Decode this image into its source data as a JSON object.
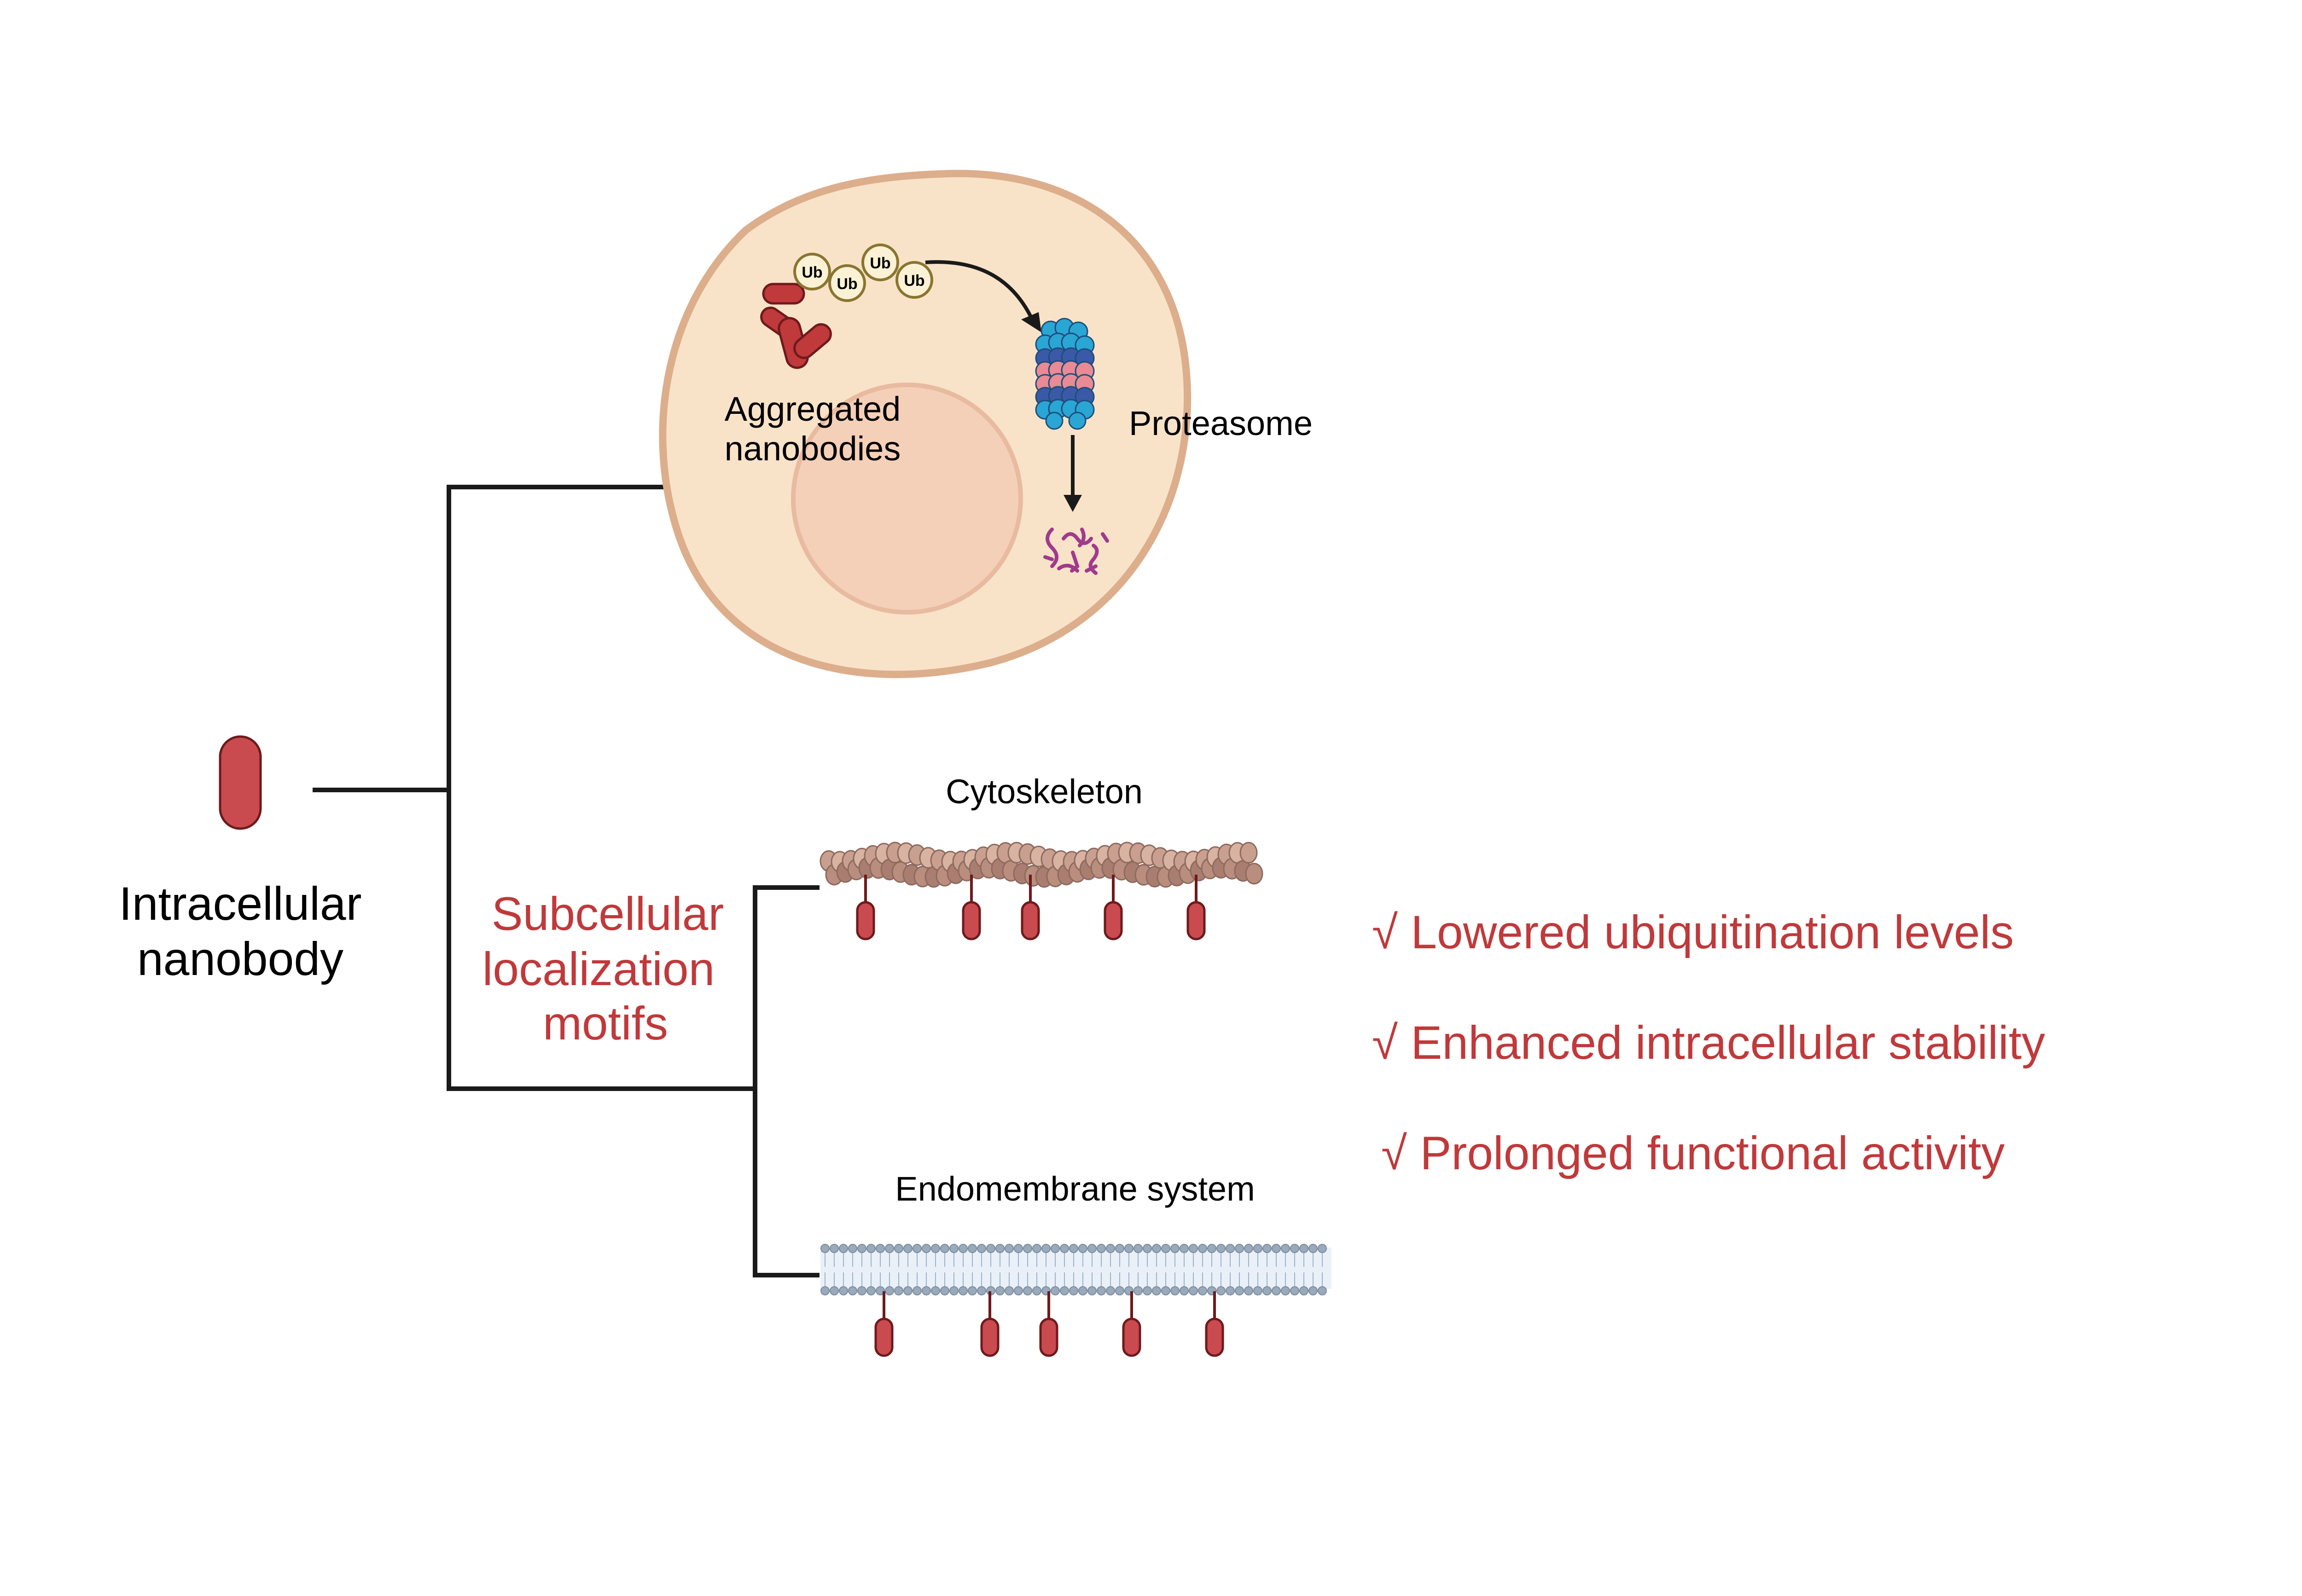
{
  "labels": {
    "intracellular_line1": "Intracellular",
    "intracellular_line2": "nanobody",
    "aggregated_line1": "Aggregated",
    "aggregated_line2": "nanobodies",
    "proteasome": "Proteasome",
    "ub": "Ub",
    "cytoskeleton": "Cytoskeleton",
    "endomembrane": "Endomembrane system",
    "motifs_line1": "Subcellular",
    "motifs_line2": "localization",
    "motifs_line3": "motifs"
  },
  "benefits": [
    "√ Lowered ubiquitination levels",
    "√ Enhanced intracellular stability",
    "√ Prolonged functional activity"
  ],
  "colors": {
    "accent_red": "#c0393b",
    "nanobody_fill": "#c94a4f",
    "nanobody_stroke": "#6e1a1c",
    "cell_fill": "#f9e3c8",
    "cell_stroke": "#dcae8c",
    "nucleus_fill": "#f5d0b8",
    "line": "#1a1a1a",
    "text": "#000000"
  }
}
